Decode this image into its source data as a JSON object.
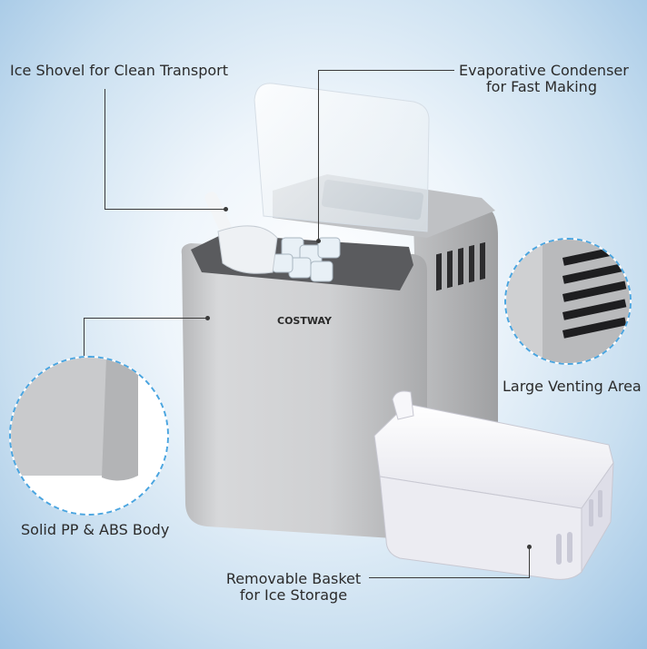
{
  "labels": {
    "ice_shovel": "Ice Shovel for Clean Transport",
    "condenser_line1": "Evaporative Condenser",
    "condenser_line2": "for Fast Making",
    "venting": "Large Venting Area",
    "body": "Solid PP & ABS Body",
    "basket_line1": "Removable Basket",
    "basket_line2": "for Ice Storage"
  },
  "brand_logo": "COSTWAY",
  "colors": {
    "background_top": "#ffffff",
    "background_edge": "#9ec4e4",
    "body_silver": "#c9cacc",
    "basket_white": "#f2f2f6",
    "circle_border": "#4aa5e0",
    "text": "#2b2b2b"
  }
}
